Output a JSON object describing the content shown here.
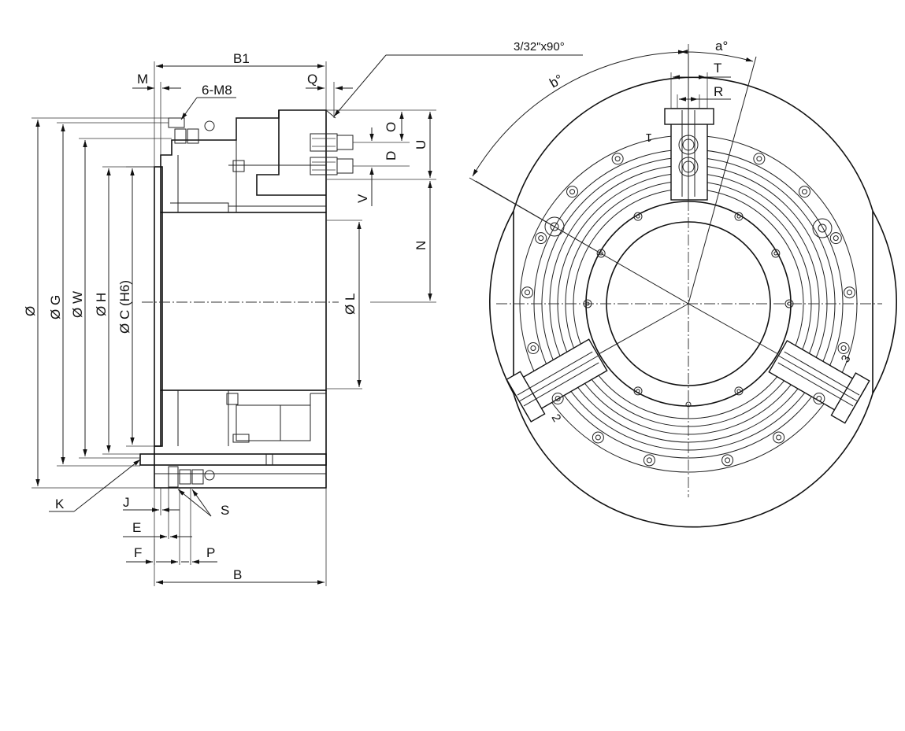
{
  "side_view": {
    "dims_left": {
      "phi": "Ø",
      "g": "Ø G",
      "w": "Ø W",
      "h": "Ø H",
      "c": "Ø C (H6)"
    },
    "dims_top": {
      "b1": "B1",
      "m": "M",
      "thread": "6-M8",
      "q": "Q",
      "chamfer": "3/32\"x90°"
    },
    "dims_right": {
      "o": "O",
      "d": "D",
      "u": "U",
      "v": "V",
      "n": "N",
      "l": "Ø L"
    },
    "dims_bottom": {
      "k": "K",
      "j": "J",
      "s": "S",
      "e": "E",
      "f": "F",
      "p": "P",
      "b": "B"
    }
  },
  "front_view": {
    "angle_a": "a°",
    "angle_b": "b°",
    "t": "T",
    "r": "R",
    "jaw_1": "1",
    "jaw_2": "2",
    "jaw_3": "3"
  }
}
